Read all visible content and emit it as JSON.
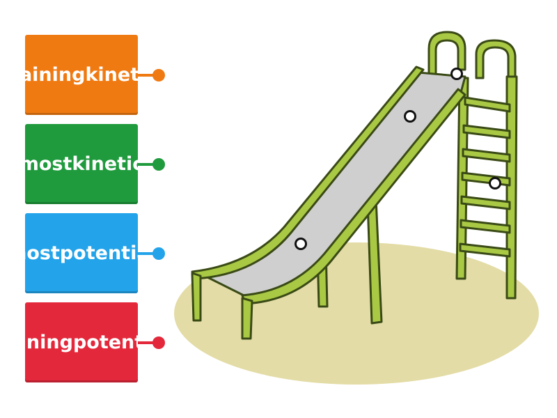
{
  "labels": [
    {
      "text": "gaining kinetic",
      "line1": "gaining",
      "line2": "kinetic",
      "color": "#f07a12"
    },
    {
      "text": "most kinetic",
      "line1": "most",
      "line2": "kinetic",
      "color": "#1f9a3d"
    },
    {
      "text": "most potential",
      "line1": "most",
      "line2": "potential",
      "color": "#22a3ea"
    },
    {
      "text": "gaining potential",
      "line1": "gaining",
      "line2": "potential",
      "color": "#e3283b"
    }
  ],
  "scene": {
    "image": "playground-slide-illustration",
    "ground_color": "#e3dca6",
    "frame_color": "#a9c944",
    "slide_surface_color": "#cfcfcf",
    "outline_color": "#3a4a16"
  },
  "drop_targets": [
    {
      "id": "slide-top"
    },
    {
      "id": "slide-upper"
    },
    {
      "id": "slide-lower"
    },
    {
      "id": "ladder"
    }
  ]
}
